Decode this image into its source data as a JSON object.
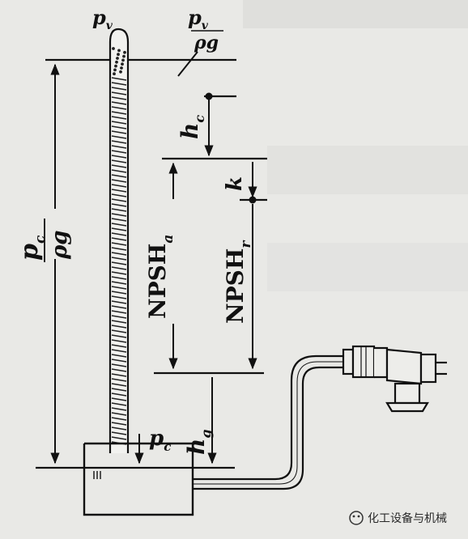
{
  "diagram": {
    "labels": {
      "pv_top": "p",
      "pv_top_sub": "v",
      "pv_frac_num": "p",
      "pv_frac_num_sub": "v",
      "pv_frac_den": "ρg",
      "hc": "h",
      "hc_sub": "c",
      "pc_frac_num": "p",
      "pc_frac_num_sub": "c",
      "pc_frac_den": "ρg",
      "k": "k",
      "npsh_a": "NPSH",
      "npsh_a_sub": "a",
      "npsh_r": "NPSH",
      "npsh_r_sub": "r",
      "hg": "h",
      "hg_sub": "g",
      "pc_bottom": "p",
      "pc_bottom_sub": "c"
    },
    "colors": {
      "line": "#111111",
      "paper": "#e9e9e6"
    }
  },
  "watermark": {
    "text": "化工设备与机械"
  }
}
